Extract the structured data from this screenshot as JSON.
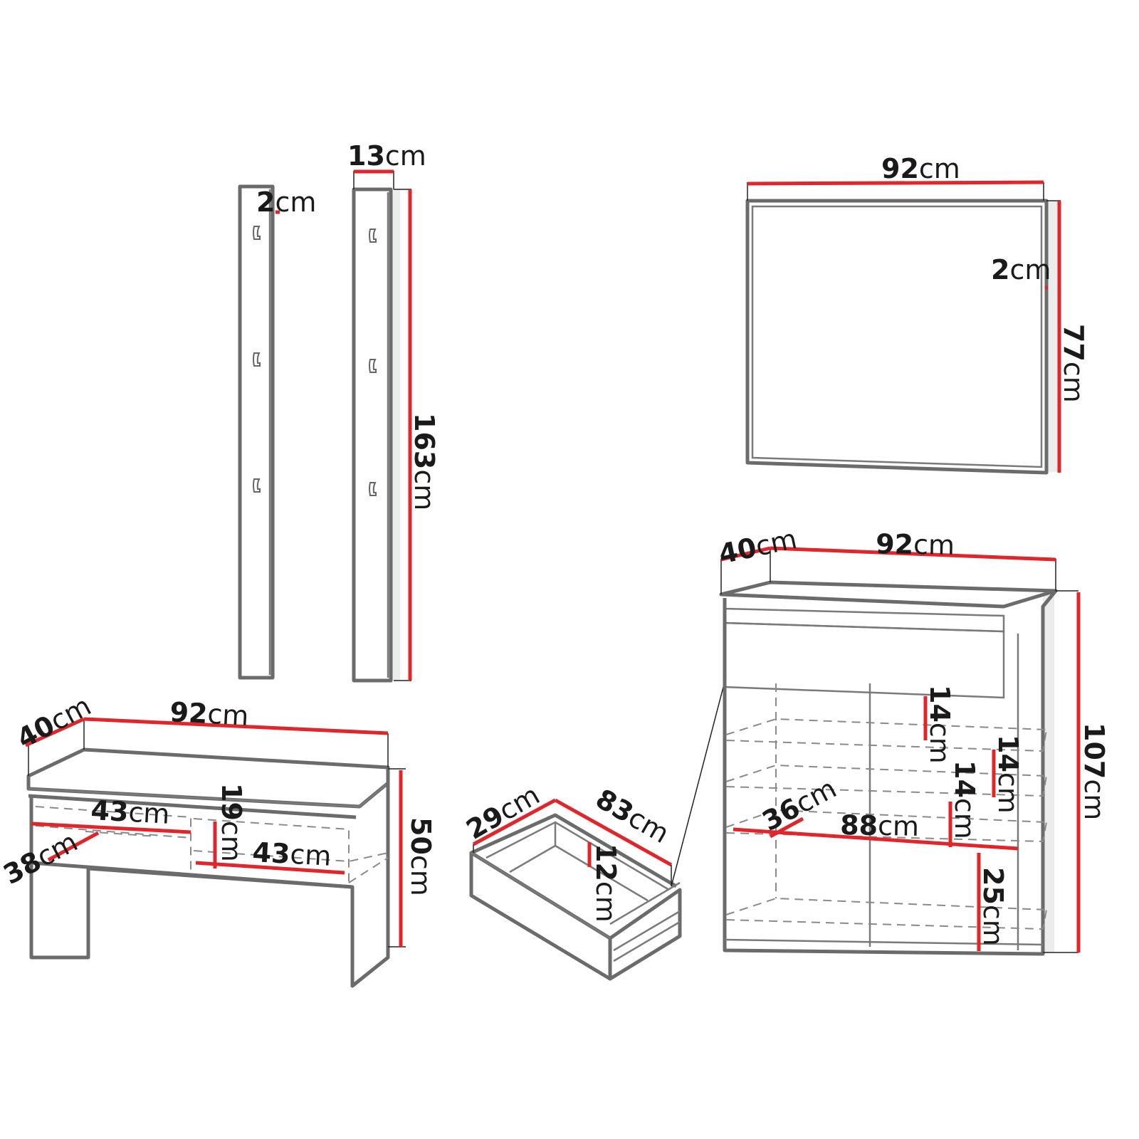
{
  "diagram": {
    "title": "Hallway furniture set dimensions",
    "unit": "cm",
    "accent_color": "#e0262b",
    "outline_color": "#6b6b6b",
    "components": {
      "coat_panel_narrow": {
        "thickness": {
          "value": "2",
          "unit": "cm"
        },
        "hooks": 3
      },
      "coat_panel_wide": {
        "width": {
          "value": "13",
          "unit": "cm"
        },
        "height": {
          "value": "163",
          "unit": "cm"
        },
        "hooks": 3
      },
      "mirror": {
        "width": {
          "value": "92",
          "unit": "cm"
        },
        "height": {
          "value": "77",
          "unit": "cm"
        },
        "thickness": {
          "value": "2",
          "unit": "cm"
        }
      },
      "bench": {
        "depth": {
          "value": "40",
          "unit": "cm"
        },
        "width": {
          "value": "92",
          "unit": "cm"
        },
        "height": {
          "value": "50",
          "unit": "cm"
        },
        "compartment_left_width": {
          "value": "43",
          "unit": "cm"
        },
        "compartment_right_width": {
          "value": "43",
          "unit": "cm"
        },
        "compartment_depth": {
          "value": "38",
          "unit": "cm"
        },
        "compartment_height": {
          "value": "19",
          "unit": "cm"
        }
      },
      "drawer": {
        "depth": {
          "value": "29",
          "unit": "cm"
        },
        "width": {
          "value": "83",
          "unit": "cm"
        },
        "height": {
          "value": "12",
          "unit": "cm"
        }
      },
      "cabinet": {
        "depth": {
          "value": "40",
          "unit": "cm"
        },
        "width": {
          "value": "92",
          "unit": "cm"
        },
        "height": {
          "value": "107",
          "unit": "cm"
        },
        "shelf_gap_1": {
          "value": "14",
          "unit": "cm"
        },
        "shelf_gap_2": {
          "value": "14",
          "unit": "cm"
        },
        "shelf_gap_3": {
          "value": "14",
          "unit": "cm"
        },
        "bottom_gap": {
          "value": "25",
          "unit": "cm"
        },
        "shelf_depth": {
          "value": "36",
          "unit": "cm"
        },
        "shelf_width": {
          "value": "88",
          "unit": "cm"
        }
      }
    }
  }
}
